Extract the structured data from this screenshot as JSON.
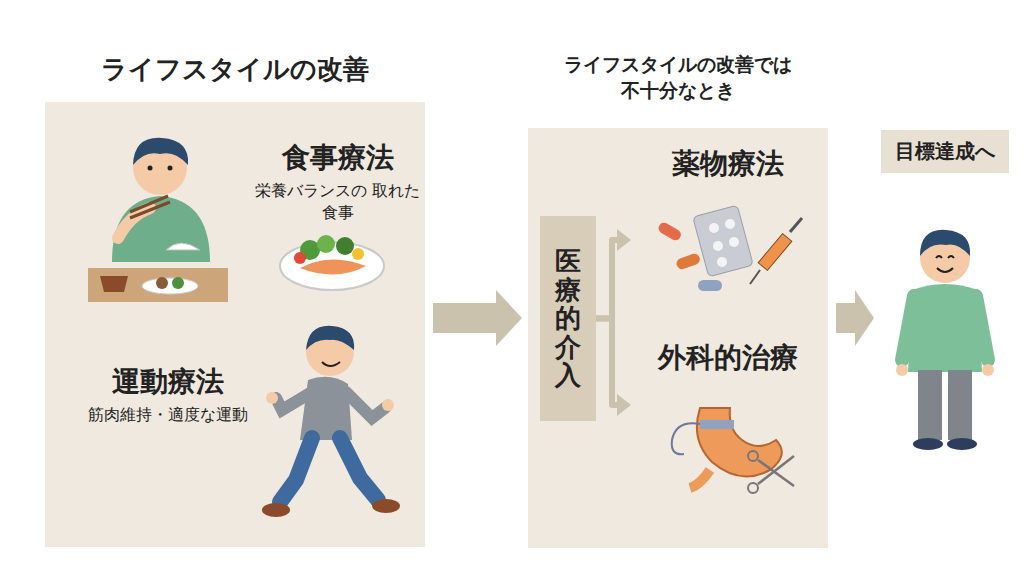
{
  "diagram": {
    "nodes": [
      {
        "text": [
          "ライフスタイルの改善"
        ]
      },
      {
        "text": [
          "食事療法",
          "栄養バランスの 取れた食事"
        ],
        "in": 0
      },
      {
        "text": [
          "運動療法",
          "筋肉維持・適度な運動"
        ],
        "in": 0
      },
      {
        "text": [
          "ライフスタイルの改善では 不十分なとき"
        ]
      },
      {
        "text": [
          "医療的介入"
        ],
        "in": 3
      },
      {
        "text": [
          "薬物療法"
        ],
        "in": 3
      },
      {
        "text": [
          "外科的治療"
        ],
        "in": 3
      },
      {
        "text": [
          "目標達成へ"
        ]
      }
    ],
    "edges": [
      {
        "from": 0,
        "to": 3,
        "arrow": "to"
      },
      {
        "from": 4,
        "to": 5,
        "arrow": "to"
      },
      {
        "from": 4,
        "to": 6,
        "arrow": "to"
      },
      {
        "from": 3,
        "to": 7,
        "arrow": "to"
      }
    ]
  }
}
